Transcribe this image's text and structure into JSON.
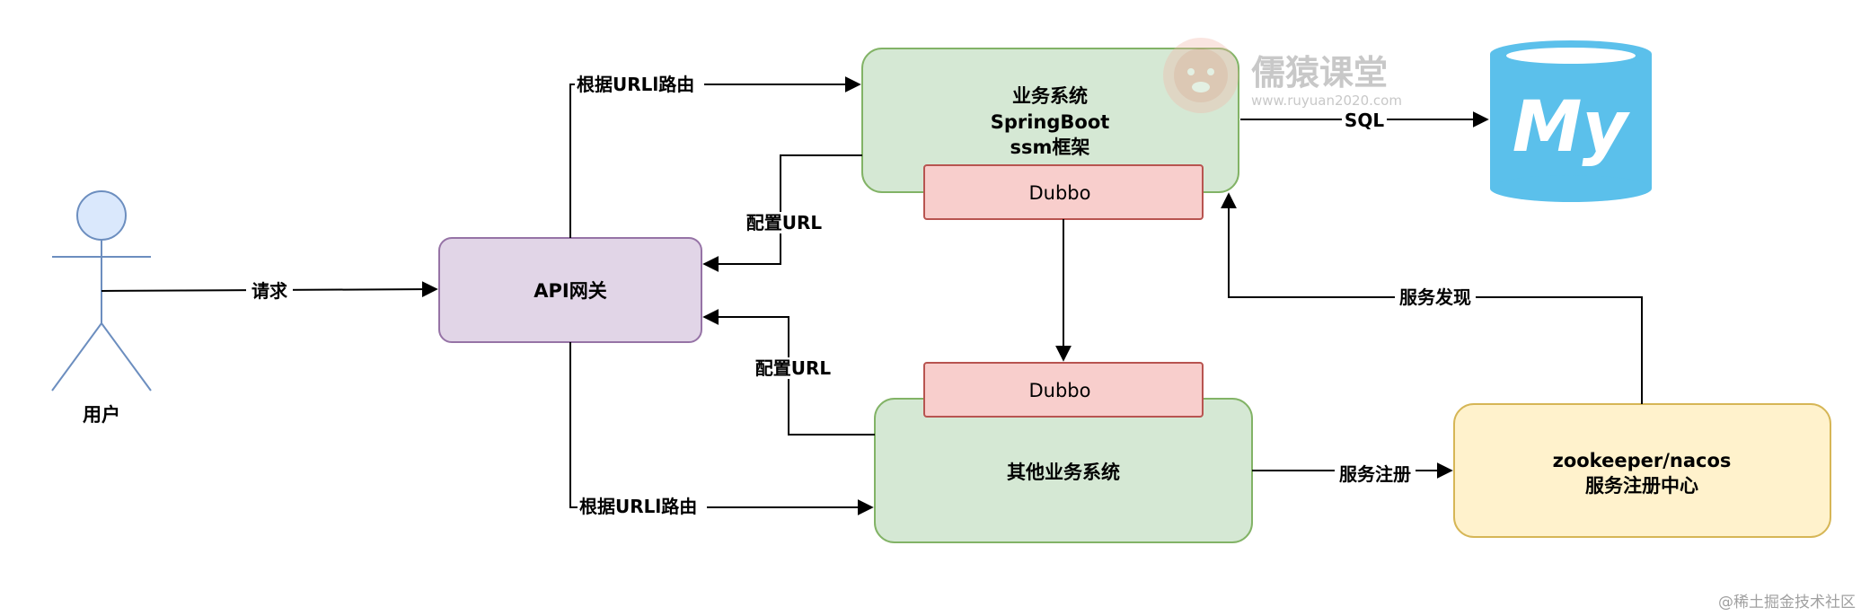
{
  "nodes": {
    "user": {
      "label": "用户"
    },
    "gateway": {
      "label": "API网关"
    },
    "business": {
      "line1": "业务系统",
      "line2": "SpringBoot",
      "line3": "ssm框架"
    },
    "dubbo_top": {
      "label": "Dubbo"
    },
    "dubbo_bottom": {
      "label": "Dubbo"
    },
    "other": {
      "label": "其他业务系统"
    },
    "registry": {
      "line1": "zookeeper/nacos",
      "line2": "服务注册中心"
    },
    "mysql": {
      "label": "My"
    }
  },
  "edges": {
    "request": "请求",
    "route_top": "根据URLl路由",
    "config_top": "配置URL",
    "config_bottom": "配置URL",
    "route_bottom": "根据URLl路由",
    "sql": "SQL",
    "register": "服务注册",
    "discovery": "服务发现"
  },
  "watermark": {
    "brand": "儒猿课堂",
    "url": "www.ruyuan2020.com",
    "footer": "@稀土掘金技术社区"
  },
  "colors": {
    "purple_fill": "#e1d5e7",
    "purple_stroke": "#9673a6",
    "green_fill": "#d5e8d4",
    "green_stroke": "#82b366",
    "red_fill": "#f8cecc",
    "red_stroke": "#b85450",
    "yellow_fill": "#fff2cc",
    "yellow_stroke": "#d6b656",
    "actor_fill": "#dae8fc",
    "actor_stroke": "#6c8ebf",
    "mysql_blue": "#5bc0eb"
  }
}
